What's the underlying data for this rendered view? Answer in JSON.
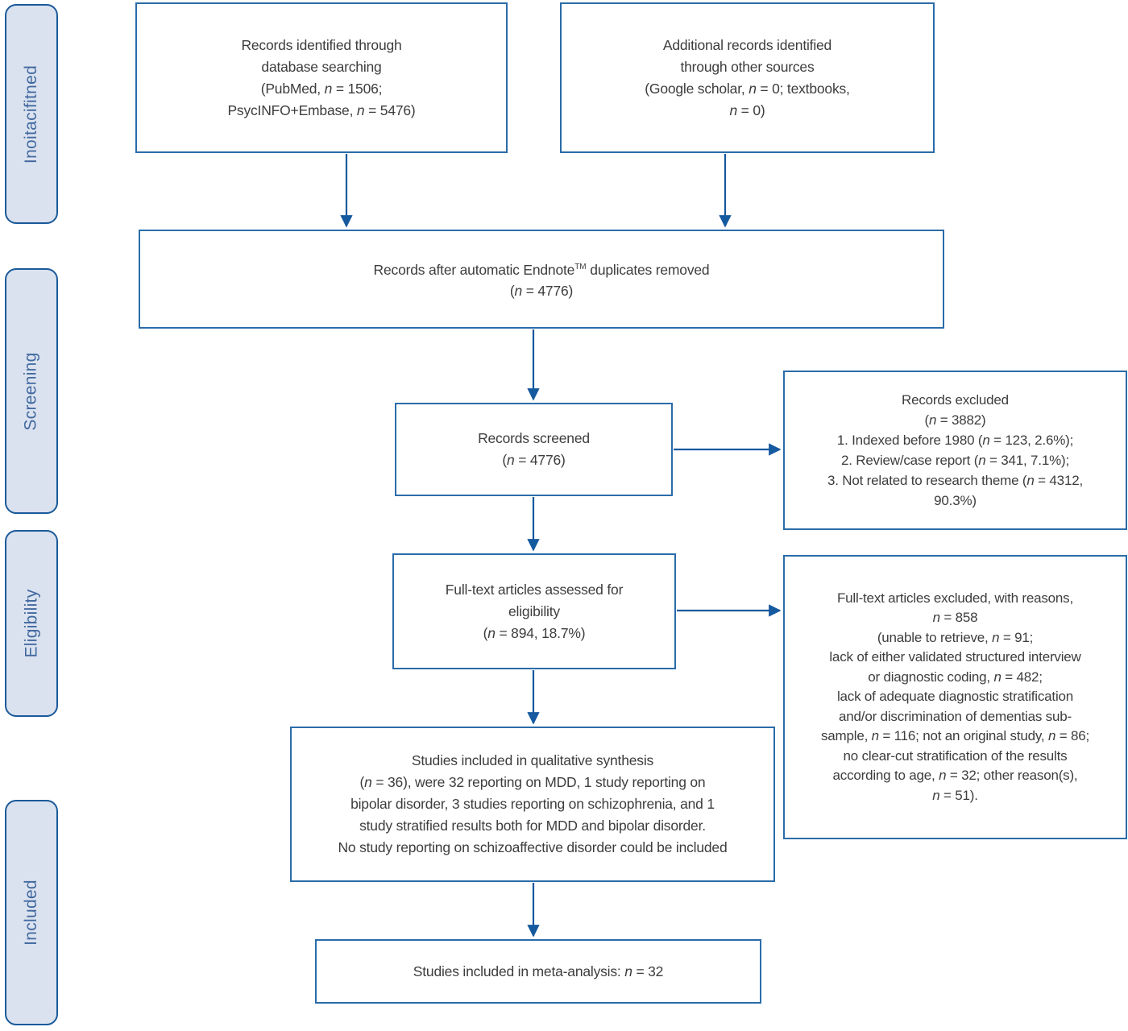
{
  "diagram": {
    "type": "prisma-flow",
    "colors": {
      "box_border": "#2a6ca9",
      "box_fill": "#ffffff",
      "sidebar_fill": "#dbe2ef",
      "sidebar_border": "#1a5a9a",
      "sidebar_text": "#41699f",
      "body_text": "#3d3d3d",
      "arrow": "#15599f"
    },
    "sidebar": {
      "stages": [
        {
          "label": "Inoitacifitned"
        },
        {
          "label": "Screening"
        },
        {
          "label": "Eligibility"
        },
        {
          "label": "Included"
        }
      ]
    },
    "boxes": {
      "identified": {
        "lines": [
          "Records identified through",
          "database searching",
          "(PubMed, n = 1506;",
          "PsycINFO+Embase, n = 5476)"
        ]
      },
      "additional": {
        "lines": [
          "Additional records identified",
          "through other sources",
          "(Google scholar, n = 0; textbooks,",
          "n = 0)"
        ]
      },
      "deduplicated": {
        "lines": [
          "Records after automatic Endnote™ duplicates removed",
          "(n = 4776)"
        ]
      },
      "screened": {
        "lines": [
          "Records screened",
          "(n = 4776)"
        ]
      },
      "records_excluded": {
        "lines": [
          "Records excluded",
          "(n = 3882)",
          "1. Indexed before 1980 (n = 123, 2.6%);",
          "2. Review/case report (n = 341, 7.1%);",
          "3. Not related to research theme (n = 4312,",
          "90.3%)"
        ]
      },
      "fulltext_assessed": {
        "lines": [
          "Full-text articles assessed for",
          "eligibility",
          "(n = 894, 18.7%)"
        ]
      },
      "fulltext_excluded": {
        "lines": [
          "Full-text articles excluded, with reasons,",
          "n = 858",
          "(unable to retrieve, n = 91;",
          "lack of either validated structured interview",
          "or diagnostic coding, n = 482;",
          "lack of adequate diagnostic stratification",
          "and/or discrimination of dementias sub-",
          "sample, n = 116; not an original study, n = 86;",
          "no clear-cut stratification of the results",
          "according to age, n = 32; other reason(s),",
          "n = 51)."
        ]
      },
      "qualitative_synthesis": {
        "lines": [
          "Studies included in qualitative synthesis",
          "(n = 36), were 32 reporting on MDD, 1 study reporting on",
          "bipolar disorder, 3 studies reporting on schizophrenia, and 1",
          "study stratified results both for MDD and bipolar disorder.",
          "No study reporting on schizoaffective disorder could be included"
        ]
      },
      "meta_analysis": {
        "lines": [
          "Studies included in meta-analysis: n = 32"
        ]
      }
    }
  }
}
